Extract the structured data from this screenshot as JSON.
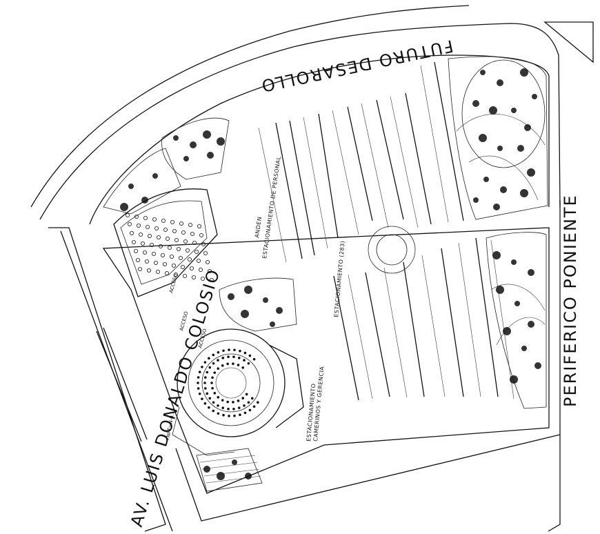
{
  "labels": {
    "road_top": "FUTURO DESAROLLO",
    "road_left": "AV. LUIS DONALDO COLOSIO",
    "road_right": "PERIFERICO PONIENTE",
    "parking_staff": "ESTACIONAMIENTO DE PERSONAL",
    "anden": "ANDEN",
    "parking_main": "ESTACIONAMIENTO (283)",
    "parking_dressing_1": "ESTACIONAMIENTO",
    "parking_dressing_2": "CAMERINOS Y GERENCIA",
    "access_1": "ACCESO",
    "access_2": "ACCESO",
    "access_3": "ACCESO",
    "npt": "+NPT=N-0.15"
  }
}
